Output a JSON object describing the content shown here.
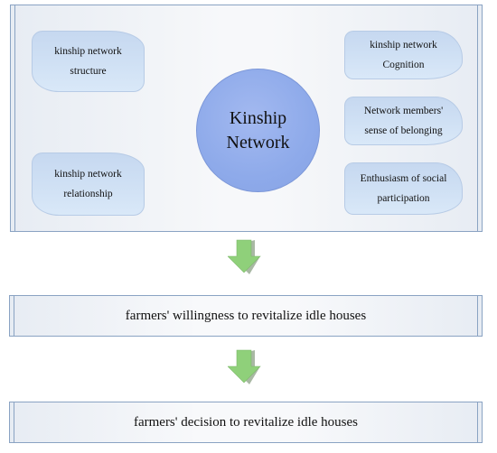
{
  "diagram": {
    "center": {
      "line1": "Kinship",
      "line2": "Network"
    },
    "left_nodes": [
      {
        "line1": "kinship network",
        "line2": "structure"
      },
      {
        "line1": "kinship network",
        "line2": "relationship"
      }
    ],
    "right_nodes": [
      {
        "line1": "kinship network",
        "line2": "Cognition"
      },
      {
        "line1": "Network members'",
        "line2": "sense of belonging"
      },
      {
        "line1": "Enthusiasm of social",
        "line2": "participation"
      }
    ],
    "stage2": "farmers' willingness to revitalize idle houses",
    "stage3": "farmers' decision to revitalize idle houses"
  },
  "colors": {
    "bubble": "#cfe0f4",
    "circle": "#8eaaea",
    "arrow_face": "#8fd07a",
    "arrow_shadow": "#a9b8a4",
    "border": "#8aa3c3"
  }
}
